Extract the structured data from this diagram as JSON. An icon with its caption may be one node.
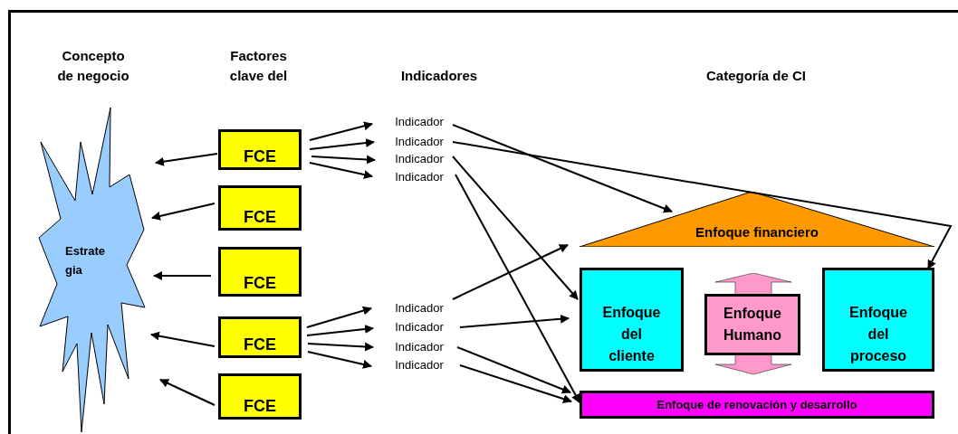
{
  "diagram": {
    "nodes": [
      {
        "text": [
          "Estrate gia"
        ]
      },
      {
        "text": [
          "FCE"
        ]
      },
      {
        "text": [
          "FCE"
        ]
      },
      {
        "text": [
          "FCE"
        ]
      },
      {
        "text": [
          "FCE"
        ]
      },
      {
        "text": [
          "FCE"
        ]
      },
      {
        "text": [
          "Indicador"
        ]
      },
      {
        "text": [
          "Indicador"
        ]
      },
      {
        "text": [
          "Indicador"
        ]
      },
      {
        "text": [
          "Indicador"
        ]
      },
      {
        "text": [
          "Indicador"
        ]
      },
      {
        "text": [
          "Indicador"
        ]
      },
      {
        "text": [
          "Indicador"
        ]
      },
      {
        "text": [
          "Indicador"
        ]
      },
      {
        "text": [
          "Enfoque financiero"
        ]
      },
      {
        "text": [
          "Enfoque del cliente"
        ]
      },
      {
        "text": [
          "Enfoque Humano"
        ]
      },
      {
        "text": [
          "Enfoque del proceso"
        ]
      },
      {
        "text": [
          "Enfoque de renovación y desarrollo"
        ]
      }
    ],
    "edges": [
      {
        "from": 1,
        "to": 0,
        "arrow": "to"
      },
      {
        "from": 2,
        "to": 0,
        "arrow": "to"
      },
      {
        "from": 3,
        "to": 0,
        "arrow": "to"
      },
      {
        "from": 4,
        "to": 0,
        "arrow": "to"
      },
      {
        "from": 5,
        "to": 0,
        "arrow": "to"
      },
      {
        "from": 1,
        "to": 6,
        "arrow": "to"
      },
      {
        "from": 1,
        "to": 7,
        "arrow": "to"
      },
      {
        "from": 1,
        "to": 8,
        "arrow": "to"
      },
      {
        "from": 1,
        "to": 9,
        "arrow": "to"
      },
      {
        "from": 4,
        "to": 10,
        "arrow": "to"
      },
      {
        "from": 4,
        "to": 11,
        "arrow": "to"
      },
      {
        "from": 4,
        "to": 12,
        "arrow": "to"
      },
      {
        "from": 4,
        "to": 13,
        "arrow": "to"
      },
      {
        "from": 6,
        "to": 14,
        "arrow": "to"
      },
      {
        "from": 7,
        "to": 17,
        "arrow": "to"
      },
      {
        "from": 8,
        "to": 15,
        "arrow": "to"
      },
      {
        "from": 9,
        "to": 18,
        "arrow": "to"
      },
      {
        "from": 10,
        "to": 14,
        "arrow": "to"
      },
      {
        "from": 11,
        "to": 15,
        "arrow": "to"
      },
      {
        "from": 12,
        "to": 18,
        "arrow": "to"
      },
      {
        "from": 13,
        "to": 18,
        "arrow": "to"
      }
    ],
    "labels": [
      "Concepto de negocio",
      "Factores clave del",
      "Indicadores",
      "Categoría de CI"
    ]
  }
}
